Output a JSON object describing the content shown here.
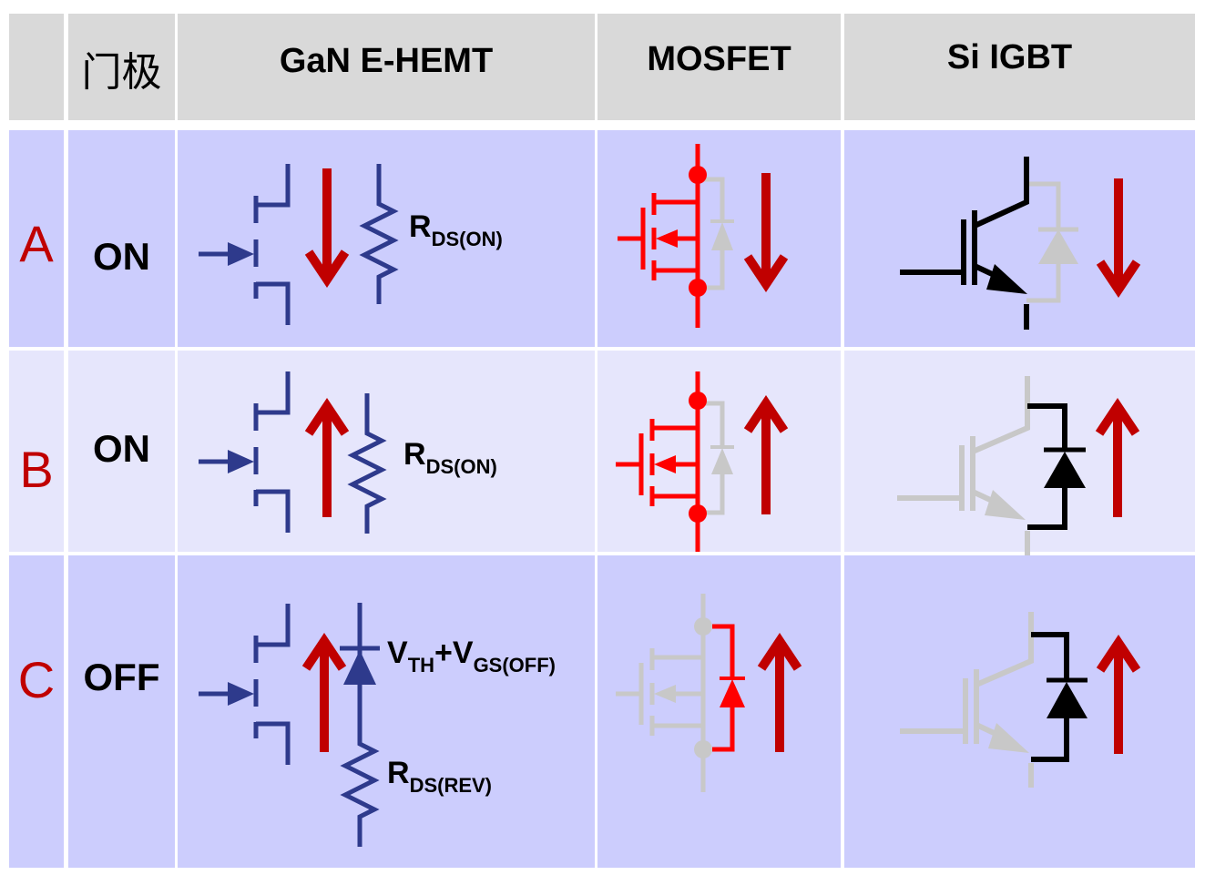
{
  "header": {
    "gate": "门极",
    "gan": "GaN E-HEMT",
    "mosfet": "MOSFET",
    "igbt": "Si IGBT"
  },
  "rows": [
    {
      "label": "A",
      "gate_state": "ON",
      "gan_label_main": "R",
      "gan_label_sub": "DS(ON)"
    },
    {
      "label": "B",
      "gate_state": "ON",
      "gan_label_main": "R",
      "gan_label_sub": "DS(ON)"
    },
    {
      "label": "C",
      "gate_state": "OFF",
      "gan_vth_main": "V",
      "gan_vth_sub": "TH",
      "gan_plus": "+V",
      "gan_vgs_sub": "GS(OFF)",
      "gan_label_main": "R",
      "gan_label_sub": "DS(REV)"
    }
  ],
  "colors": {
    "header_bg": "#d9d9d9",
    "row_a_bg": "#cccdfd",
    "row_b_bg": "#e6e6fc",
    "row_c_bg": "#cccdfd",
    "gan": "#2e3a8c",
    "mosfet_active": "#ff0000",
    "inactive": "#c8c8c8",
    "igbt_active": "#000000",
    "arrow": "#c00000",
    "row_label": "#c00000"
  },
  "icons": {
    "gan": "gan-hemt-symbol",
    "mosfet": "mosfet-symbol",
    "igbt": "igbt-symbol",
    "current": "current-direction-arrow",
    "resistor": "resistor-symbol",
    "diode": "diode-symbol"
  }
}
